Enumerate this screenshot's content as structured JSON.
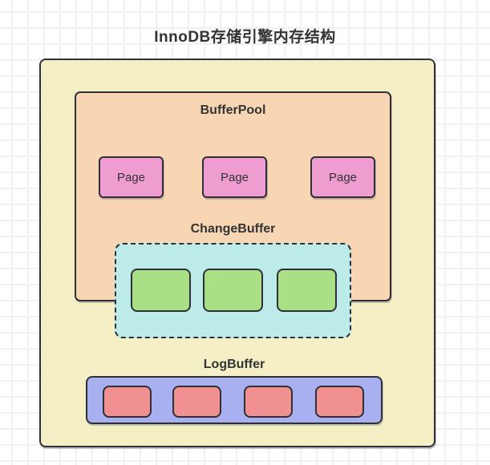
{
  "title": "InnoDB存储引擎内存结构",
  "diagram": {
    "outer_container": {
      "description": "innodb-memory-structure-container"
    },
    "buffer_pool": {
      "label": "BufferPool",
      "pages": [
        "Page",
        "Page",
        "Page"
      ],
      "page_count": 3
    },
    "change_buffer": {
      "label": "ChangeBuffer",
      "cell_count": 3,
      "border_style": "dashed"
    },
    "log_buffer": {
      "label": "LogBuffer",
      "cell_count": 4
    }
  },
  "colors": {
    "canvas_background": "#ffffff",
    "grid_line": "#f1f1f1",
    "outer_container_fill": "#f5efc5",
    "buffer_pool_fill": "#f8d6b3",
    "page_fill": "#ef9cd1",
    "change_buffer_fill": "#bcebe9",
    "change_buffer_cell_fill": "#a9e086",
    "log_buffer_fill": "#a8b0ef",
    "log_buffer_cell_fill": "#f09090",
    "border": "#2f2f38",
    "text": "#333333"
  }
}
